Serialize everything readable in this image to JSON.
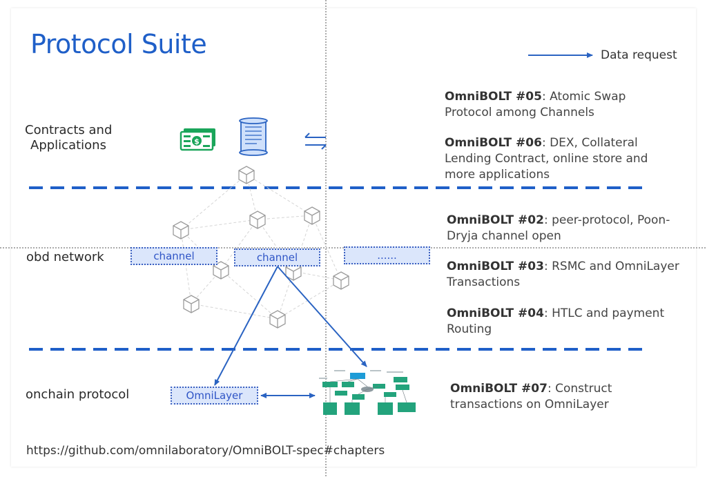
{
  "title": "Protocol Suite",
  "legend": {
    "label": "Data request"
  },
  "layers": {
    "contracts": {
      "label_line1": "Contracts and",
      "label_line2": "Applications"
    },
    "network": {
      "label": "obd network"
    },
    "onchain": {
      "label": "onchain protocol"
    }
  },
  "channels": [
    "channel",
    "channel",
    "......"
  ],
  "omnilayer_label": "OmniLayer",
  "specs": [
    {
      "id": "OmniBOLT #05",
      "line1": ": Atomic Swap",
      "line2": "Protocol among Channels"
    },
    {
      "id": "OmniBOLT #06",
      "line1": ": DEX, Collateral",
      "line2": "Lending Contract, online store and",
      "line3": "more applications"
    },
    {
      "id": "OmniBOLT #02",
      "line1": ": peer-protocol, Poon-",
      "line2": "Dryja channel open"
    },
    {
      "id": "OmniBOLT #03",
      "line1": ": RSMC and OmniLayer",
      "line2": "Transactions"
    },
    {
      "id": "OmniBOLT #04",
      "line1": ": HTLC and payment",
      "line2": "Routing"
    },
    {
      "id": "OmniBOLT #07",
      "line1": ": Construct",
      "line2": "transactions on OmniLayer"
    }
  ],
  "footer_url": "https://github.com/omnilaboratory/OmniBOLT-spec#chapters",
  "colors": {
    "accent": "#1f5fc8",
    "arrow": "#2a63c2",
    "money": "#1aa55a",
    "node": "#9a9a9a",
    "box_fill": "#dbe6fb"
  },
  "icons": [
    "money-icon",
    "contract-scroll-icon",
    "exchange-arrows-icon",
    "cube-node-icon",
    "transaction-diagram-icon"
  ]
}
